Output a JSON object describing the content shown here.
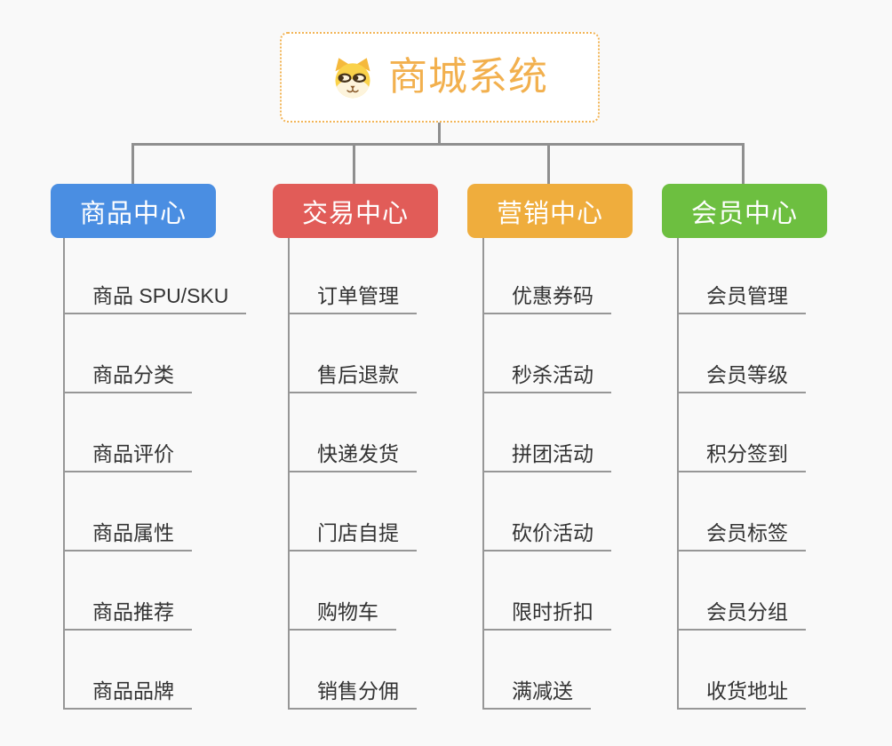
{
  "root": {
    "title": "商城系统",
    "icon": "dog-face-icon",
    "title_color": "#f2b04e",
    "border_color": "#f2b456"
  },
  "palette": {
    "background": "#f9f9f9",
    "connector": "#8f8f8f",
    "leaf_line": "#979797",
    "leaf_text": "#333333",
    "hub_text": "#ffffff"
  },
  "branches": [
    {
      "label": "商品中心",
      "color": "#4a8ee2",
      "children": [
        "商品 SPU/SKU",
        "商品分类",
        "商品评价",
        "商品属性",
        "商品推荐",
        "商品品牌"
      ]
    },
    {
      "label": "交易中心",
      "color": "#e15c58",
      "children": [
        "订单管理",
        "售后退款",
        "快递发货",
        "门店自提",
        "购物车",
        "销售分佣"
      ]
    },
    {
      "label": "营销中心",
      "color": "#efad3d",
      "children": [
        "优惠券码",
        "秒杀活动",
        "拼团活动",
        "砍价活动",
        "限时折扣",
        "满减送"
      ]
    },
    {
      "label": "会员中心",
      "color": "#6dbf40",
      "children": [
        "会员管理",
        "会员等级",
        "积分签到",
        "会员标签",
        "会员分组",
        "收货地址"
      ]
    }
  ]
}
